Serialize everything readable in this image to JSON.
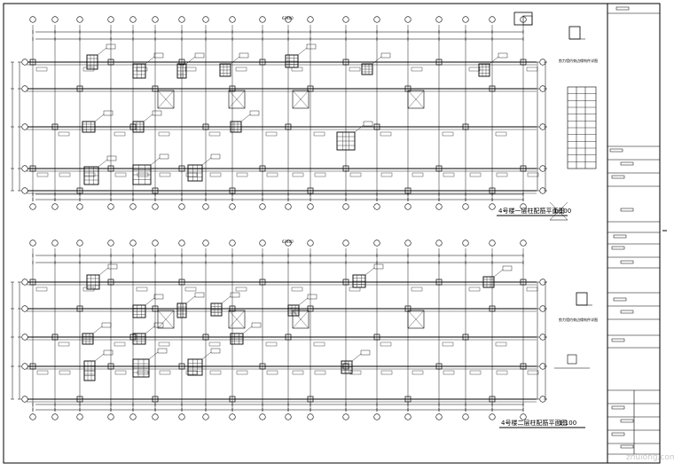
{
  "sheet": {
    "plans": [
      {
        "title": "4号楼一层柱配筋平面图",
        "scale": "1:100"
      },
      {
        "title": "4号楼二层柱配筋平面图",
        "scale": "1:100"
      }
    ],
    "detail_note_1": "剪力墙约束边缘构件详图",
    "detail_note_2": "剪力墙约束边缘构件详图",
    "overall_dimension_1": "63400",
    "overall_dimension_2": "63400"
  },
  "watermark": {
    "text": "zhulong.com"
  },
  "colors": {
    "line": "#000000",
    "background": "#ffffff",
    "watermark": "#c8c8c8"
  }
}
